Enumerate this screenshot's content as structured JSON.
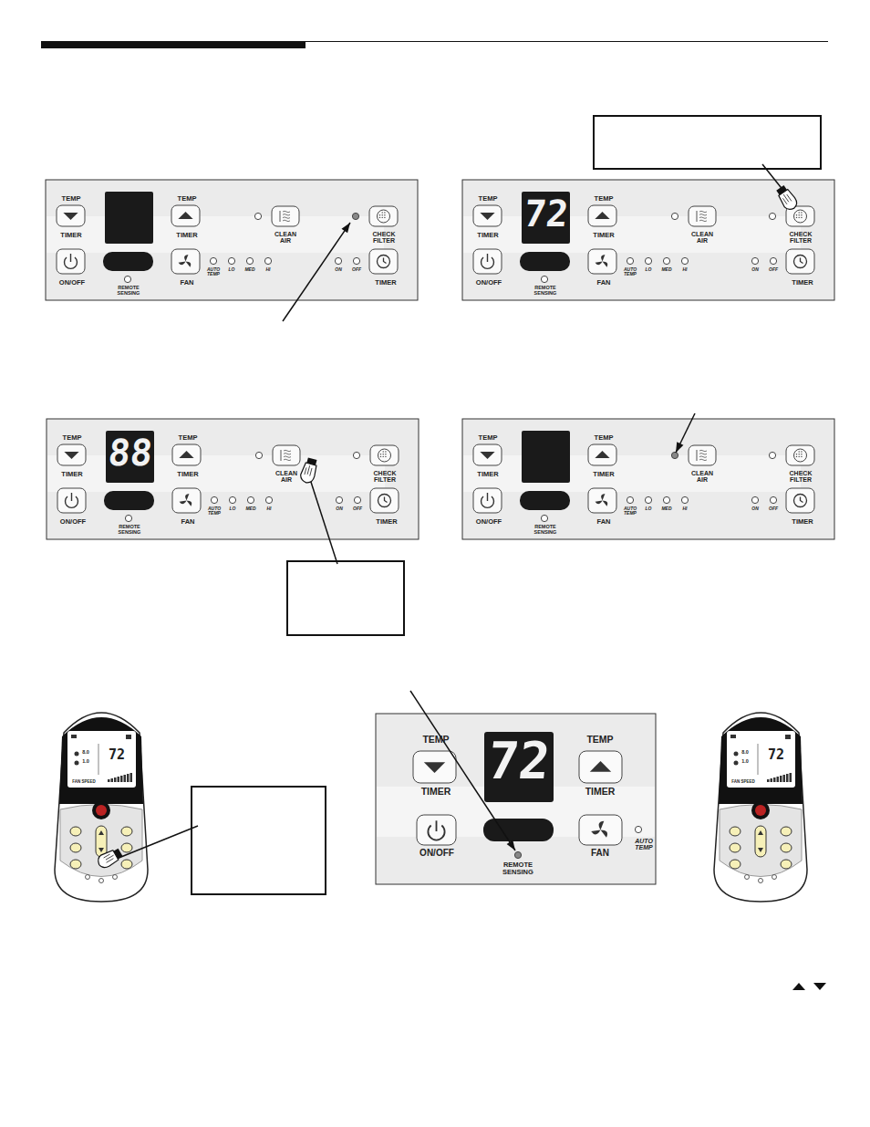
{
  "diagram": {
    "labels": [
      "TEMP",
      "TIMER",
      "TEMP",
      "TIMER",
      "CLEAN AIR",
      "CHECK FILTER",
      "ON/OFF",
      "REMOTE SENSING",
      "FAN",
      "AUTO TEMP",
      "LO",
      "MED",
      "HI",
      "ON",
      "OFF",
      "TIMER",
      "TEMP",
      "TIMER",
      "TEMP",
      "TIMER",
      "CLEAN AIR",
      "CHECK FILTER",
      "ON/OFF",
      "REMOTE SENSING",
      "FAN",
      "AUTO TEMP",
      "LO",
      "MED",
      "HI",
      "ON",
      "OFF",
      "TIMER",
      "72",
      "TEMP",
      "TIMER",
      "TEMP",
      "TIMER",
      "CLEAN AIR",
      "CHECK FILTER",
      "ON/OFF",
      "REMOTE SENSING",
      "FAN",
      "AUTO TEMP",
      "LO",
      "MED",
      "HI",
      "ON",
      "OFF",
      "TIMER",
      "88",
      "TEMP",
      "TIMER",
      "TEMP",
      "TIMER",
      "CLEAN AIR",
      "CHECK FILTER",
      "ON/OFF",
      "REMOTE SENSING",
      "FAN",
      "AUTO TEMP",
      "LO",
      "MED",
      "HI",
      "ON",
      "OFF",
      "TIMER",
      "TEMP",
      "TIMER",
      "TEMP",
      "TIMER",
      "72",
      "ON/OFF",
      "REMOTE SENSING",
      "FAN",
      "AUTO TEMP",
      "8.0",
      "1.0",
      "72",
      "FAN SPEED",
      "8.0",
      "1.0",
      "72",
      "FAN SPEED"
    ]
  }
}
